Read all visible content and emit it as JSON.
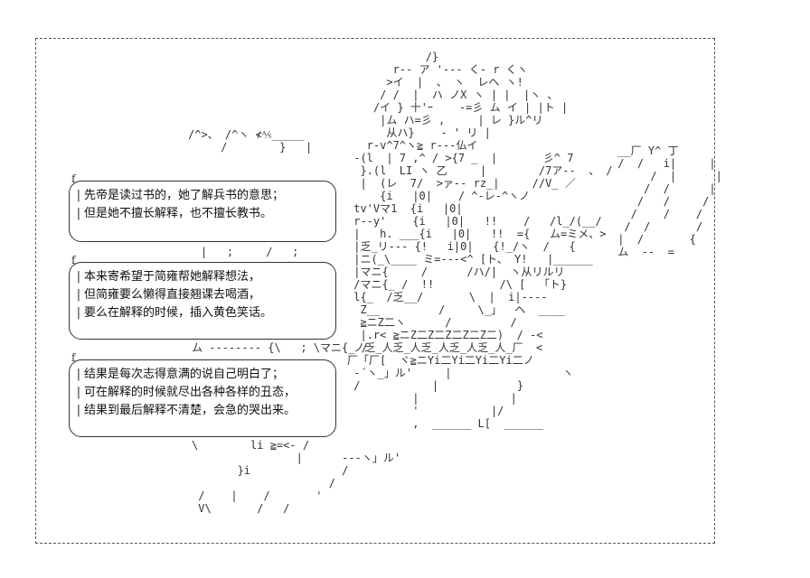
{
  "bubbles": [
    {
      "lines": [
        "先帝是读过书的，她了解兵书的意思；",
        "但是她不擅长解释，也不擅长教书。"
      ]
    },
    {
      "lines": [
        "本来寄希望于简雍帮她解释想法，",
        "但简雍要么懒得直接翘课去喝酒，",
        "要么在解释的时候，插入黄色笑话。"
      ]
    },
    {
      "lines": [
        "结果是每次志得意满的说自己明白了；",
        "可在解释的时候就尽出各种各样的丑态，",
        "结果到最后解释不清楚，会急的哭出来。"
      ]
    }
  ],
  "colors": {
    "ink": "#333333",
    "background": "#ffffff"
  }
}
